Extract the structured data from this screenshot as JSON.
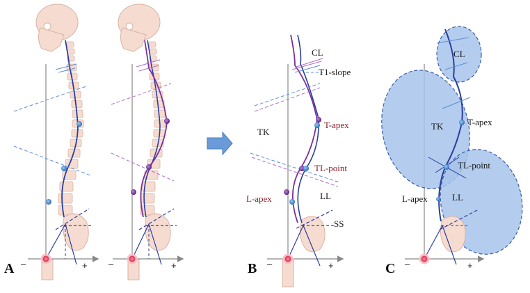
{
  "panels": {
    "a": {
      "letter": "A"
    },
    "b": {
      "letter": "B"
    },
    "c": {
      "letter": "C"
    }
  },
  "axis_signs": {
    "minus": "–",
    "plus": "+"
  },
  "labels_b": {
    "cl": "CL",
    "t1_slope": "T1-slope",
    "tk": "TK",
    "t_apex": "T-apex",
    "tl_point": "TL-point",
    "ll": "LL",
    "l_apex": "L-apex",
    "ss": "SS"
  },
  "labels_c": {
    "cl": "CL",
    "tk": "TK",
    "t_apex": "T-apex",
    "tl_point": "TL-point",
    "l_apex": "L-apex",
    "ll": "LL"
  },
  "colors": {
    "blue_line": "#2b3f9e",
    "purple_line": "#7a2fa0",
    "dashed_blue": "#5b8fd6",
    "dashed_purple": "#b070c8",
    "ellipse_fill": "#a7c3ea",
    "ellipse_stroke": "#3a5ea8",
    "bone": "#f6dcd0",
    "bone_stroke": "#d8b3a3",
    "arrow": "#6a9bd8",
    "red_label": "#8a1e2a"
  },
  "icons": {
    "transition_arrow": "right-arrow-icon",
    "origin_marker": "hip-origin-icon"
  }
}
